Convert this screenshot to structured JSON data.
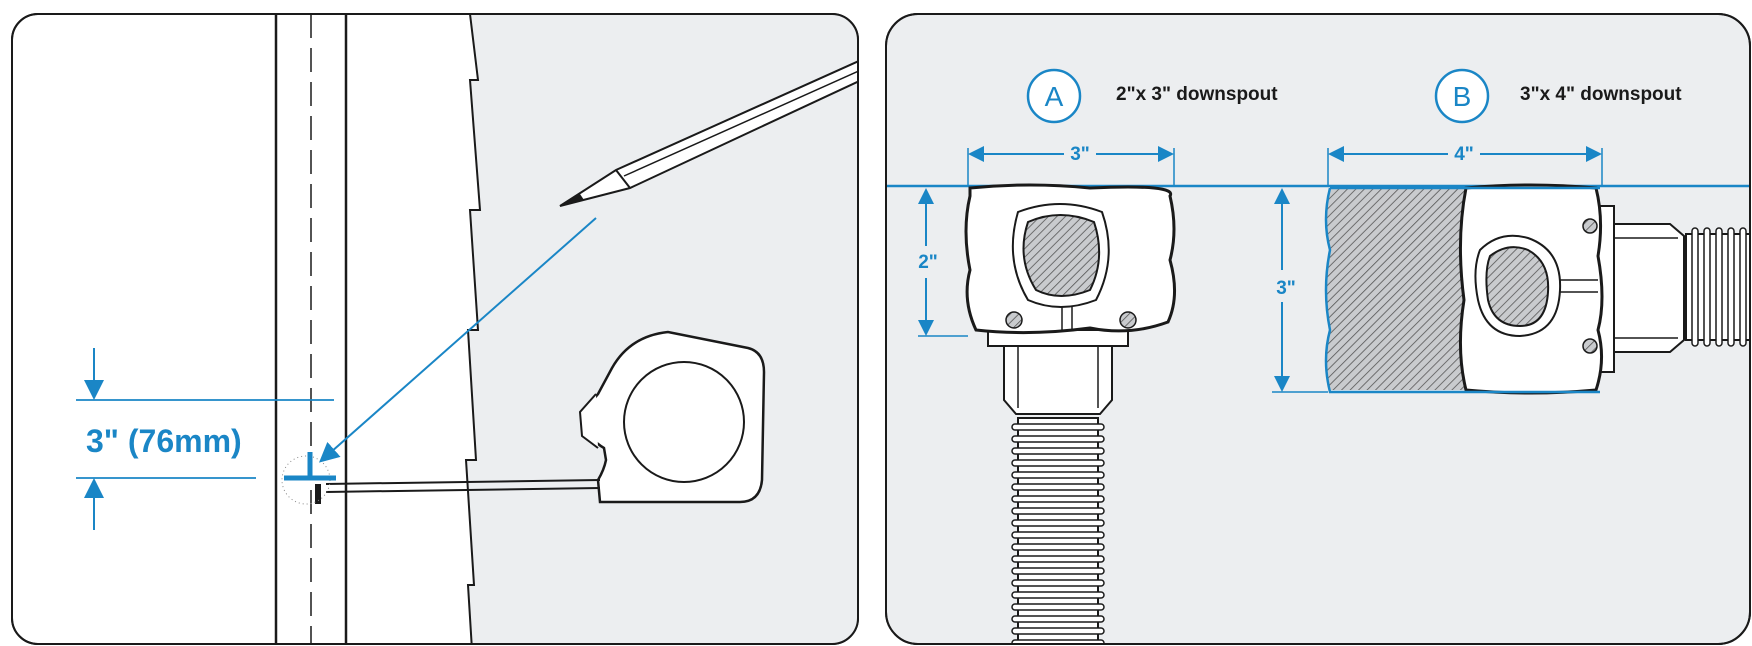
{
  "left_panel": {
    "measurement_label": "3\" (76mm)"
  },
  "right_panel": {
    "option_a": {
      "letter": "A",
      "title": "2\"x 3\" downspout",
      "width_label": "3\"",
      "height_label": "2\""
    },
    "option_b": {
      "letter": "B",
      "title": "3\"x 4\" downspout",
      "width_label": "4\"",
      "height_label": "3\""
    }
  },
  "colors": {
    "accent": "#1a86c6",
    "panel_fill": "#eceef0",
    "line": "#1a1a1a",
    "hatch_fill": "#b9bbbf"
  }
}
